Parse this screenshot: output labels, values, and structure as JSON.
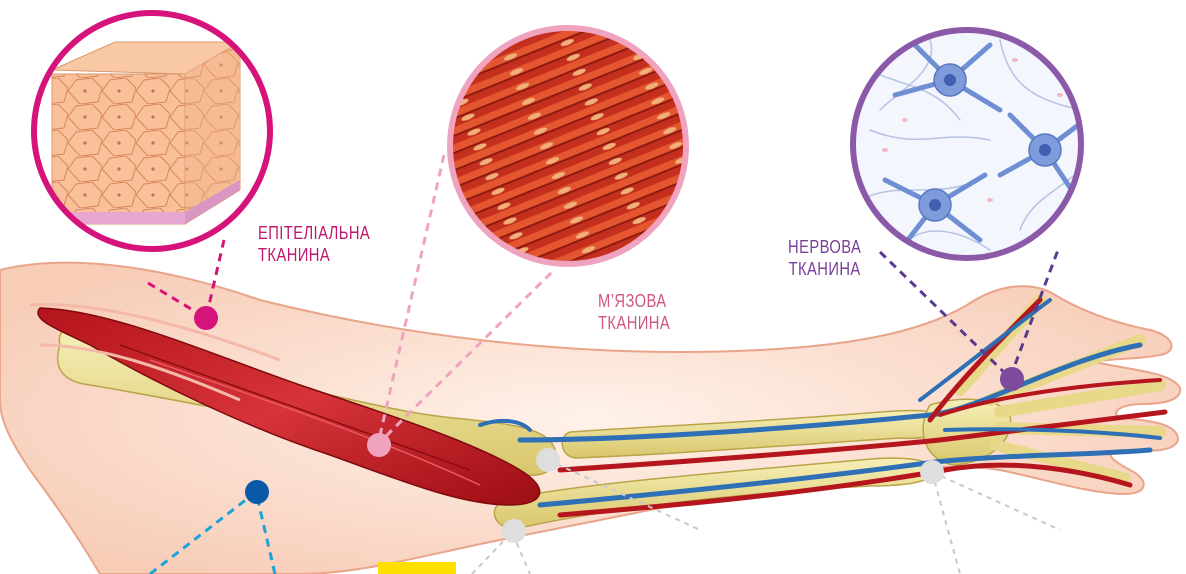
{
  "labels": {
    "epithelial": {
      "line1": "ЕПІТЕЛІАЛЬНА",
      "line2": "ТКАНИНА"
    },
    "muscle": {
      "line1": "М’ЯЗОВА",
      "line2": "ТКАНИНА"
    },
    "nervous": {
      "line1": "НЕРВОВА",
      "line2": "ТКАНИНА"
    }
  },
  "colors": {
    "epithelial": "#d6137a",
    "muscle": "#f0a3bf",
    "nervous": "#7e4a9e",
    "connective": "#0a5aa8",
    "connective_line": "#1aa3d9",
    "bone_marker": "#dedede"
  }
}
